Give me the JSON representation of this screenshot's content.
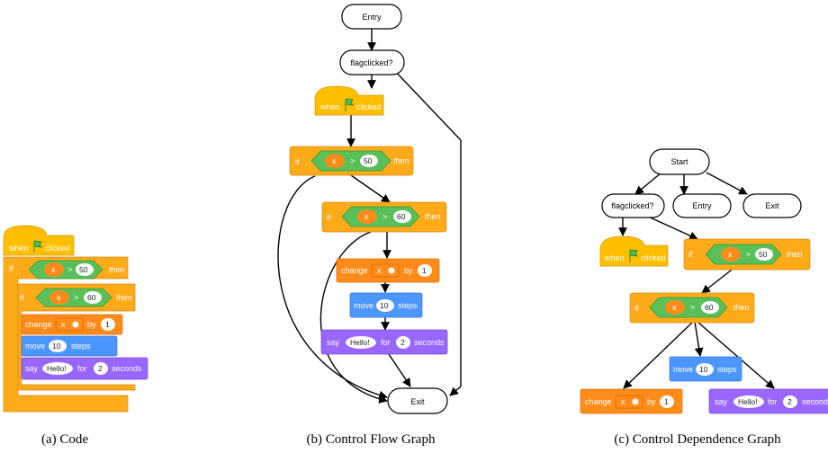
{
  "captions": {
    "code": "(a) Code",
    "cfg": "(b) Control Flow Graph",
    "cdg": "(c) Control Dependence Graph"
  },
  "blocks": {
    "when": "when",
    "clicked": "clicked",
    "if": "if",
    "then": "then",
    "var_x": "x",
    "gt": ">",
    "val_50": "50",
    "val_60": "60",
    "change": "change",
    "by": "by",
    "val_1": "1",
    "move": "move",
    "val_10": "10",
    "steps": "steps",
    "say": "say",
    "hello": "Hello!",
    "for": "for",
    "val_2": "2",
    "seconds": "seconds"
  },
  "nodes": {
    "entry": "Entry",
    "flagclicked": "flagclicked?",
    "exit": "Exit",
    "start": "Start"
  },
  "colors": {
    "events": "#FFBF00",
    "control": "#FFAB19",
    "operator": "#59C059",
    "variable": "#FF8C1A",
    "motion": "#4C97FF",
    "looks": "#9966FF",
    "flag": "#4CBF56"
  }
}
